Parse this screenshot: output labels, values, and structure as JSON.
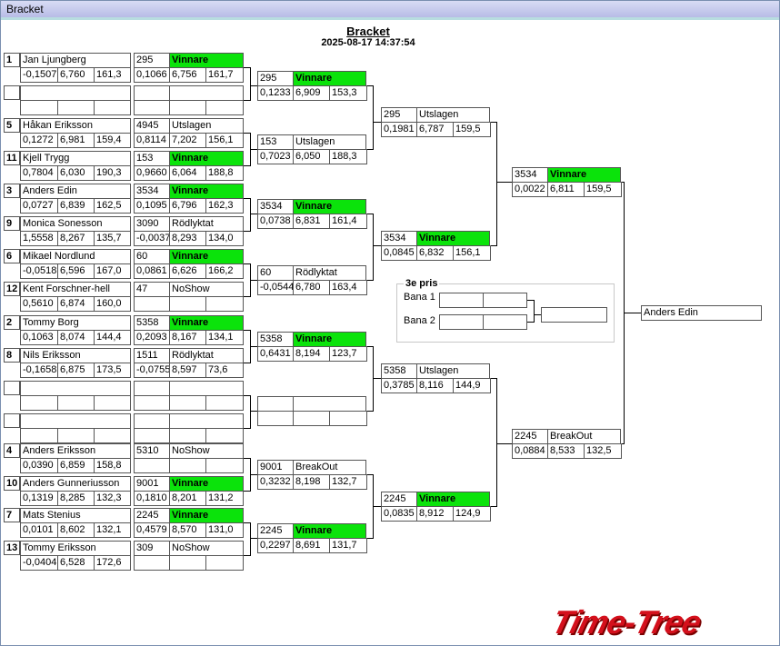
{
  "window_title": "Bracket",
  "header": {
    "title": "Bracket",
    "timestamp": "2025-08-17 14:37:54"
  },
  "colors": {
    "winner": "#0be30b"
  },
  "round1": [
    {
      "seed": "1",
      "name": "Jan Ljungberg",
      "r": "-0,1507",
      "et": "6,760",
      "speed": "161,3"
    },
    {
      "seed": "",
      "name": "",
      "r": "",
      "et": "",
      "speed": ""
    },
    {
      "seed": "5",
      "name": "Håkan Eriksson",
      "r": "0,1272",
      "et": "6,981",
      "speed": "159,4"
    },
    {
      "seed": "11",
      "name": "Kjell Trygg",
      "r": "0,7804",
      "et": "6,030",
      "speed": "190,3"
    },
    {
      "seed": "3",
      "name": "Anders Edin",
      "r": "0,0727",
      "et": "6,839",
      "speed": "162,5"
    },
    {
      "seed": "9",
      "name": "Monica Sonesson",
      "r": "1,5558",
      "et": "8,267",
      "speed": "135,7"
    },
    {
      "seed": "6",
      "name": "Mikael Nordlund",
      "r": "-0,0518",
      "et": "6,596",
      "speed": "167,0"
    },
    {
      "seed": "12",
      "name": "Kent Forschner-hell",
      "r": "0,5610",
      "et": "6,874",
      "speed": "160,0"
    },
    {
      "seed": "2",
      "name": "Tommy Borg",
      "r": "0,1063",
      "et": "8,074",
      "speed": "144,4"
    },
    {
      "seed": "8",
      "name": "Nils Eriksson",
      "r": "-0,1658",
      "et": "6,875",
      "speed": "173,5"
    },
    {
      "seed": "",
      "name": "",
      "r": "",
      "et": "",
      "speed": ""
    },
    {
      "seed": "",
      "name": "",
      "r": "",
      "et": "",
      "speed": ""
    },
    {
      "seed": "4",
      "name": "Anders Eriksson",
      "r": "0,0390",
      "et": "6,859",
      "speed": "158,8"
    },
    {
      "seed": "10",
      "name": "Anders Gunneriusson",
      "r": "0,1319",
      "et": "8,285",
      "speed": "132,3"
    },
    {
      "seed": "7",
      "name": "Mats Stenius",
      "r": "0,0101",
      "et": "8,602",
      "speed": "132,1"
    },
    {
      "seed": "13",
      "name": "Tommy Eriksson",
      "r": "-0,0404",
      "et": "6,528",
      "speed": "172,6"
    }
  ],
  "round2": [
    {
      "num": "295",
      "status": "Vinnare",
      "r": "0,1066",
      "et": "6,756",
      "speed": "161,7",
      "win": true
    },
    {
      "num": "",
      "status": "",
      "r": "",
      "et": "",
      "speed": "",
      "win": false
    },
    {
      "num": "4945",
      "status": "Utslagen",
      "r": "0,8114",
      "et": "7,202",
      "speed": "156,1",
      "win": false
    },
    {
      "num": "153",
      "status": "Vinnare",
      "r": "0,9660",
      "et": "6,064",
      "speed": "188,8",
      "win": true
    },
    {
      "num": "3534",
      "status": "Vinnare",
      "r": "0,1095",
      "et": "6,796",
      "speed": "162,3",
      "win": true
    },
    {
      "num": "3090",
      "status": "Rödlyktat",
      "r": "-0,0037",
      "et": "8,293",
      "speed": "134,0",
      "win": false
    },
    {
      "num": "60",
      "status": "Vinnare",
      "r": "0,0861",
      "et": "6,626",
      "speed": "166,2",
      "win": true
    },
    {
      "num": "47",
      "status": "NoShow",
      "r": "",
      "et": "",
      "speed": "",
      "win": false
    },
    {
      "num": "5358",
      "status": "Vinnare",
      "r": "0,2093",
      "et": "8,167",
      "speed": "134,1",
      "win": true
    },
    {
      "num": "1511",
      "status": "Rödlyktat",
      "r": "-0,0755",
      "et": "8,597",
      "speed": "73,6",
      "win": false
    },
    {
      "num": "",
      "status": "",
      "r": "",
      "et": "",
      "speed": "",
      "win": false
    },
    {
      "num": "",
      "status": "",
      "r": "",
      "et": "",
      "speed": "",
      "win": false
    },
    {
      "num": "5310",
      "status": "NoShow",
      "r": "",
      "et": "",
      "speed": "",
      "win": false
    },
    {
      "num": "9001",
      "status": "Vinnare",
      "r": "0,1810",
      "et": "8,201",
      "speed": "131,2",
      "win": true
    },
    {
      "num": "2245",
      "status": "Vinnare",
      "r": "0,4579",
      "et": "8,570",
      "speed": "131,0",
      "win": true
    },
    {
      "num": "309",
      "status": "NoShow",
      "r": "",
      "et": "",
      "speed": "",
      "win": false
    }
  ],
  "round3": [
    {
      "num": "295",
      "status": "Vinnare",
      "r": "0,1233",
      "et": "6,909",
      "speed": "153,3",
      "win": true
    },
    {
      "num": "153",
      "status": "Utslagen",
      "r": "0,7023",
      "et": "6,050",
      "speed": "188,3",
      "win": false
    },
    {
      "num": "3534",
      "status": "Vinnare",
      "r": "0,0738",
      "et": "6,831",
      "speed": "161,4",
      "win": true
    },
    {
      "num": "60",
      "status": "Rödlyktat",
      "r": "-0,0544",
      "et": "6,780",
      "speed": "163,4",
      "win": false
    },
    {
      "num": "5358",
      "status": "Vinnare",
      "r": "0,6431",
      "et": "8,194",
      "speed": "123,7",
      "win": true
    },
    {
      "num": "",
      "status": "",
      "r": "",
      "et": "",
      "speed": "",
      "win": false
    },
    {
      "num": "9001",
      "status": "BreakOut",
      "r": "0,3232",
      "et": "8,198",
      "speed": "132,7",
      "win": false
    },
    {
      "num": "2245",
      "status": "Vinnare",
      "r": "0,2297",
      "et": "8,691",
      "speed": "131,7",
      "win": true
    }
  ],
  "round4": [
    {
      "num": "295",
      "status": "Utslagen",
      "r": "0,1981",
      "et": "6,787",
      "speed": "159,5",
      "win": false
    },
    {
      "num": "3534",
      "status": "Vinnare",
      "r": "0,0845",
      "et": "6,832",
      "speed": "156,1",
      "win": true
    },
    {
      "num": "5358",
      "status": "Utslagen",
      "r": "0,3785",
      "et": "8,116",
      "speed": "144,9",
      "win": false
    },
    {
      "num": "2245",
      "status": "Vinnare",
      "r": "0,0835",
      "et": "8,912",
      "speed": "124,9",
      "win": true
    }
  ],
  "round5": [
    {
      "num": "3534",
      "status": "Vinnare",
      "r": "0,0022",
      "et": "6,811",
      "speed": "159,5",
      "win": true
    },
    {
      "num": "2245",
      "status": "BreakOut",
      "r": "0,0884",
      "et": "8,533",
      "speed": "132,5",
      "win": false
    }
  ],
  "final": {
    "winner_name": "Anders Edin"
  },
  "third_prize": {
    "title": "3e pris",
    "lane1_label": "Bana 1",
    "lane2_label": "Bana 2"
  },
  "logo_text": "Time-Tree"
}
